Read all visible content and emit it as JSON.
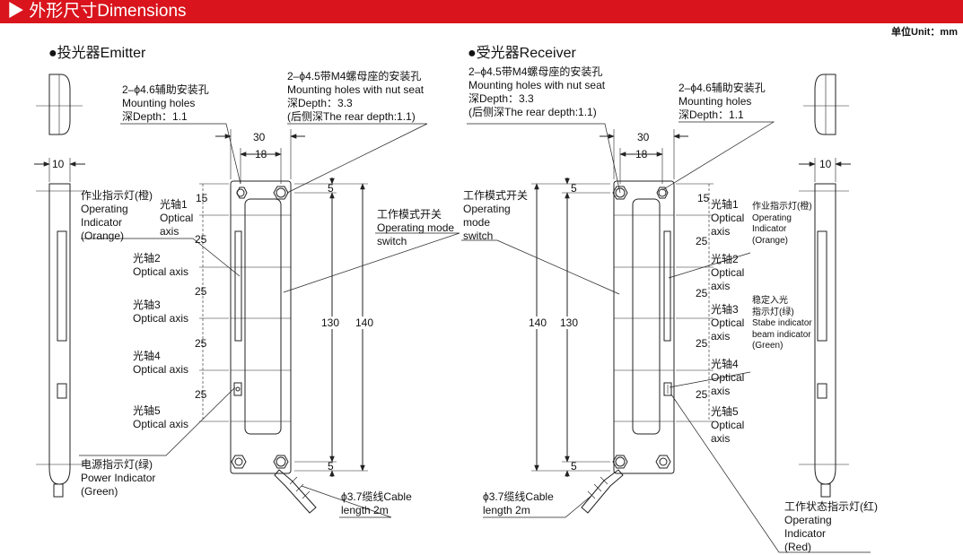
{
  "banner": {
    "title": "▶ 外形尺寸Dimensions"
  },
  "unit_label": "单位Unit：mm",
  "emitter": {
    "section_title": "●投光器Emitter",
    "aux_hole": {
      "line1": "2–ϕ4.6辅助安装孔",
      "line2": "Mounting holes",
      "line3": "深Depth：1.1"
    },
    "nut_hole": {
      "line1": "2–ϕ4.5带M4螺母座的安装孔",
      "line2": "Mounting holes with nut seat",
      "line3": "深Depth：3.3",
      "line4": "(后侧深The rear depth:1.1)"
    },
    "indicator": {
      "line1": "作业指示灯(橙)",
      "line2": "Operating",
      "line3": "Indicator",
      "line4": "(Orange)"
    },
    "axis1": {
      "line1": "光轴1",
      "line2": "Optical",
      "line3": "axis"
    },
    "axis2": {
      "line1": "光轴2",
      "line2": "Optical axis"
    },
    "axis3": {
      "line1": "光轴3",
      "line2": "Optical axis"
    },
    "axis4": {
      "line1": "光轴4",
      "line2": "Optical axis"
    },
    "axis5": {
      "line1": "光轴5",
      "line2": "Optical axis"
    },
    "mode_switch": {
      "line1": "工作模式开关",
      "line2": "Operating mode",
      "line3": "switch"
    },
    "power": {
      "line1": "电源指示灯(绿)",
      "line2": "Power Indicator",
      "line3": "(Green)"
    },
    "cable": {
      "line1": "ϕ3.7缆线Cable",
      "line2": "length 2m"
    }
  },
  "receiver": {
    "section_title": "●受光器Receiver",
    "nut_hole": {
      "line1": "2–ϕ4.5带M4螺母座的安装孔",
      "line2": "Mounting holes with nut seat",
      "line3": "深Depth：3.3",
      "line4": "(后侧深The rear depth:1.1)"
    },
    "aux_hole": {
      "line1": "2–ϕ4.6辅助安装孔",
      "line2": "Mounting holes",
      "line3": "深Depth：1.1"
    },
    "mode_switch": {
      "line1": "工作模式开关",
      "line2": "Operating",
      "line3": "mode",
      "line4": "switch"
    },
    "axis1": {
      "line1": "光轴1",
      "line2": "Optical",
      "line3": "axis"
    },
    "axis2": {
      "line1": "光轴2",
      "line2": "Optical",
      "line3": "axis"
    },
    "axis3": {
      "line1": "光轴3",
      "line2": "Optical",
      "line3": "axis"
    },
    "axis4": {
      "line1": "光轴4",
      "line2": "Optical",
      "line3": "axis"
    },
    "axis5": {
      "line1": "光轴5",
      "line2": "Optical",
      "line3": "axis"
    },
    "indicator": {
      "line1": "作业指示灯(橙)",
      "line2": "Operating",
      "line3": "Indicator",
      "line4": "(Orange)"
    },
    "stable": {
      "line1": "稳定入光",
      "line2": "指示灯(绿)",
      "line3": "Stabe indicator",
      "line4": "beam indicator",
      "line5": "(Green)"
    },
    "status": {
      "line1": "工作状态指示灯(红)",
      "line2": "Operating",
      "line3": "Indicator",
      "line4": "(Red)"
    },
    "cable": {
      "line1": "ϕ3.7缆线Cable",
      "line2": "length 2m"
    }
  },
  "dimensions": {
    "d30": "30",
    "d18": "18",
    "d10": "10",
    "d15": "15",
    "d25": "25",
    "d5": "5",
    "d130": "130",
    "d140": "140"
  }
}
